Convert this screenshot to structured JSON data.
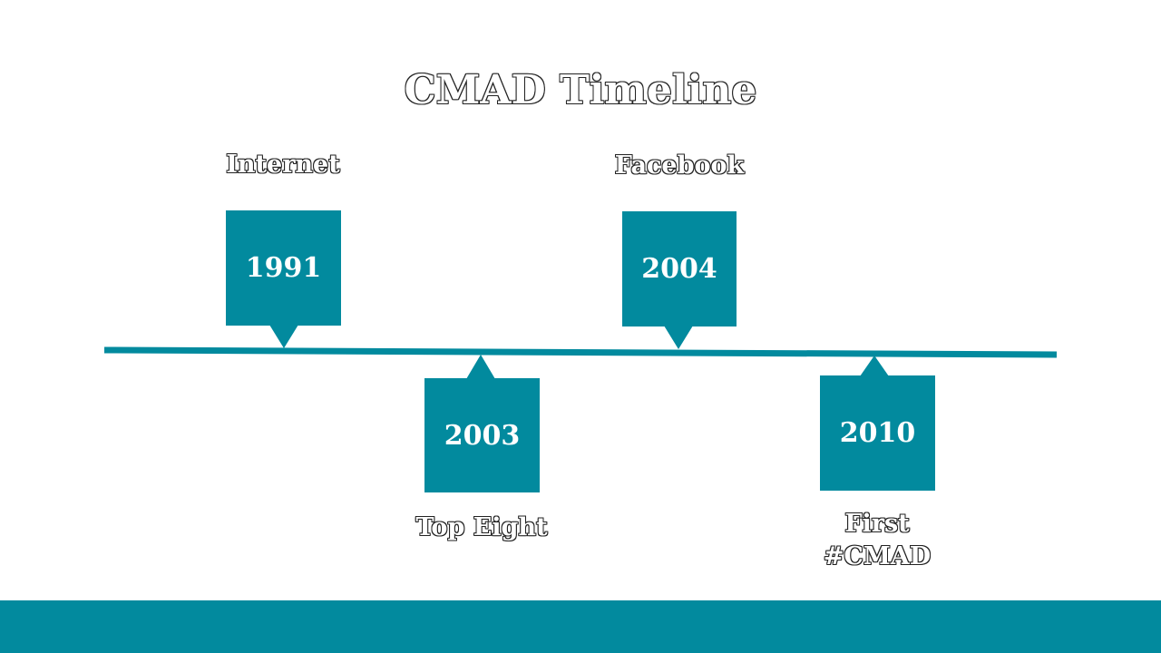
{
  "title": "CMAD Timeline",
  "colors": {
    "accent": "#028a9e",
    "background": "#ffffff",
    "outline": "#222222"
  },
  "events": [
    {
      "year": "1991",
      "label": "Internet",
      "side": "above"
    },
    {
      "year": "2003",
      "label": "Top Eight",
      "side": "below"
    },
    {
      "year": "2004",
      "label": "Facebook",
      "side": "above"
    },
    {
      "year": "2010",
      "label": "First\n#CMAD",
      "side": "below"
    }
  ]
}
